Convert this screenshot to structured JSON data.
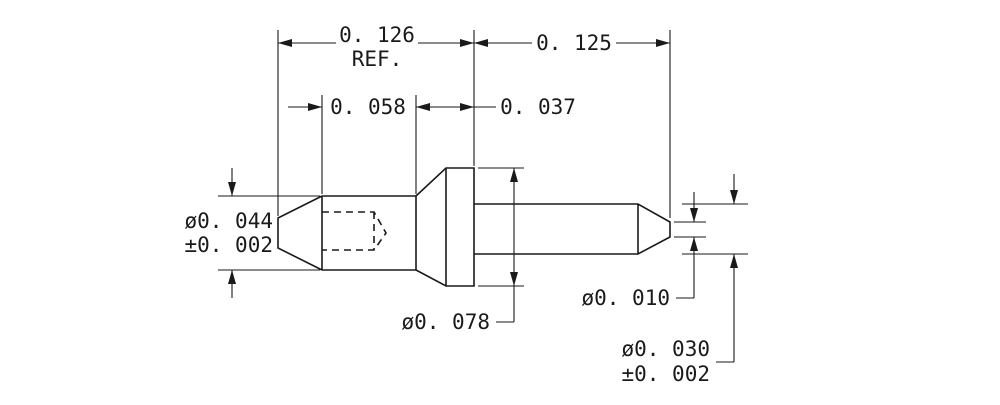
{
  "dimensions": {
    "overall_ref_value": "0. 126",
    "overall_ref_note": "REF.",
    "tail_length": "0. 125",
    "front_bore_depth": "0. 058",
    "flange_width": "0. 037",
    "front_diameter_value": "ø0. 044",
    "front_diameter_tolerance": "±0. 002",
    "flange_diameter": "ø0. 078",
    "tip_diameter": "ø0. 010",
    "tail_diameter_value": "ø0. 030",
    "tail_diameter_tolerance": "±0. 002"
  }
}
